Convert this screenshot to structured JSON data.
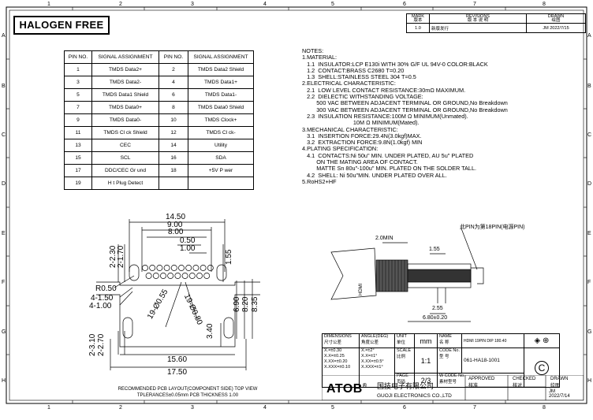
{
  "header": {
    "halogen": "HALOGEN FREE"
  },
  "zones": {
    "columns": [
      "1",
      "2",
      "3",
      "4",
      "5",
      "6",
      "7",
      "8"
    ],
    "rows": [
      "A",
      "B",
      "C",
      "D",
      "E",
      "F",
      "G",
      "H"
    ]
  },
  "revisions": {
    "mark_label": "MARK",
    "mark_cn": "版本",
    "rev_label": "REVISIONS",
    "rev_cn": "版 本 说 明",
    "drawn_label": "DRAWN",
    "drawn_cn": "绘图",
    "row": {
      "mark": "1.0",
      "desc": "新版发行",
      "drawn": "JM",
      "date": "2022/7/15"
    }
  },
  "pin_table": {
    "headers": [
      "PIN NO.",
      "SIGNAL ASSIGNMENT",
      "PIN NO.",
      "SIGNAL ASSIGNMENT"
    ],
    "rows": [
      [
        "1",
        "TMDS Data2+",
        "2",
        "TMDS Data2 Shield"
      ],
      [
        "3",
        "TMDS Data2-",
        "4",
        "TMDS Data1+"
      ],
      [
        "5",
        "TMDS Data1 Shield",
        "6",
        "TMDS Data1-"
      ],
      [
        "7",
        "TMDS Data0+",
        "8",
        "TMDS Data0 Shield"
      ],
      [
        "9",
        "TMDS Data0-",
        "10",
        "TMDS Clock+"
      ],
      [
        "11",
        "TMDS Cl ck Shield",
        "12",
        "TMDS Cl ck-"
      ],
      [
        "13",
        "CEC",
        "14",
        "Utility"
      ],
      [
        "15",
        "SCL",
        "16",
        "SDA"
      ],
      [
        "17",
        "DDC/CEC Gr und",
        "18",
        "+5V P wer"
      ],
      [
        "19",
        "H t Plug Detect",
        "",
        ""
      ]
    ]
  },
  "notes": [
    "NOTES:",
    "1.MATERIAL:",
    "   1.1  INSULATOR:LCP E130i WITH 30% G/F UL 94V-0 COLOR:BLACK",
    "   1.2  CONTACT:BRASS C2680 T=0.20",
    "   1.3  SHELL:STAINLESS STEEL 304 T=0.5",
    "2.ELECTRICAL CHARACTERISTIC:",
    "   2.1  LOW LEVEL CONTACT RESISTANCE:30mΩ MAXIMUM.",
    "   2.2  DIELECTIC WITHSTANDING VOLTAGE:",
    "         500 VAC BETWEEN ADJACENT TERMINAL OR GROUND,No Breakdown",
    "         300 VAC BETWEEN ADJACENT TERMINAL OR GROUND,No Breakdown",
    "   2.3  INSULATION RESISTANCE:100M Ω MINIMUM(Unmated).",
    "                                10M Ω MINIMUM(Mated).",
    "3.MECHANICAL CHARACTERISTIC:",
    "   3.1  INSERTION FORCE:29.4N(3.0kgf)MAX.",
    "   3.2  EXTRACTION FORCE:9.8N(1.0kgf) MIN",
    "4.PLATING SPECIFICATION:",
    "   4.1  CONTACTS:Ni 50u\" MIN. UNDER PLATED, AU 5u\" PLATED",
    "         ON THE MATING AREA OF CONTACT.",
    "         MATTE Sn 80u\"-100u\" MIN. PLATED ON THE SOLDER TALL.",
    "   4.2  SHELL: Ni 50u\"MIN. UNDER PLATED OVER ALL.",
    "5.RoHS2+HF"
  ],
  "layout_dims": {
    "d1450": "14.50",
    "d900": "9.00",
    "d800": "8.00",
    "d050": "0.50",
    "d100": "1.00",
    "d230": "2-2.30",
    "d170": "2-1.70",
    "d155": "1.55",
    "r050": "R0.50",
    "d450": "4-1.50",
    "d4100": "4-1.00",
    "d19055": "19-Ø0.55",
    "d19080": "19-Ø0.80",
    "d690": "6.90",
    "d820": "8.20",
    "d835": "8.35",
    "d340": "3.40",
    "d310": "2-3.10",
    "d2270": "2-2.70",
    "d1560": "15.60",
    "d1750": "17.50"
  },
  "side_view": {
    "annot": "此PIN为第18PIN(电源PIN)",
    "d200": "2.0MIN",
    "d155": "1.55",
    "d255": "2.55",
    "d680": "6.80±0.20",
    "housing": "HDMI"
  },
  "caption": {
    "line1": "RECOMMENDED PCB LAYOUT(COMPONENT SIDE) TOP VIEW",
    "line2": "TPLERANCES±0.05mm PCB THICKNESS 1.00"
  },
  "title_block": {
    "dimensions": "DIMENSIONS",
    "dimensions_cn": "尺寸公差",
    "angle": "ANGLE(DEG)",
    "angle_cn": "角度公差",
    "tol": [
      "X.=±0.30",
      "X.X=±0.25",
      "X.XX=±0.20",
      "X.XXX=±0.10"
    ],
    "angtol": [
      "X.=±2°",
      "X.X=±1°",
      "X.XX=±0.5°",
      "X.XXX=±1°"
    ],
    "unit": "UNIT",
    "unit_cn": "单位",
    "unit_val": "mm",
    "name": "NAME",
    "name_cn": "名 称",
    "name_val": "HDMI 19PIN DIP 180.40",
    "scale": "SCALE",
    "scale_cn": "比例",
    "scale_val": "1:1",
    "code": "CODE No.",
    "code_cn": "型 号",
    "code_val": "061-HA18-1001",
    "page": "PAGE",
    "page_cn": "页码",
    "page_val": "2/3",
    "wcode": "W CODE No.",
    "wcode_cn": "素材型号",
    "approved": "APPROVED",
    "approved_cn": "核准",
    "checked": "CHECKED",
    "checked_cn": "核对",
    "drawn": "DRAWN",
    "drawn_cn": "绘图",
    "drawn_by": "JM",
    "drawn_date": "2022/7/14",
    "copyright": "C"
  },
  "company": {
    "brand": "ATOB",
    "reg": "®",
    "name_cn": "国技电子有限公司",
    "name_en": "GUOJI ELECTRONICS CO.,LTD"
  }
}
